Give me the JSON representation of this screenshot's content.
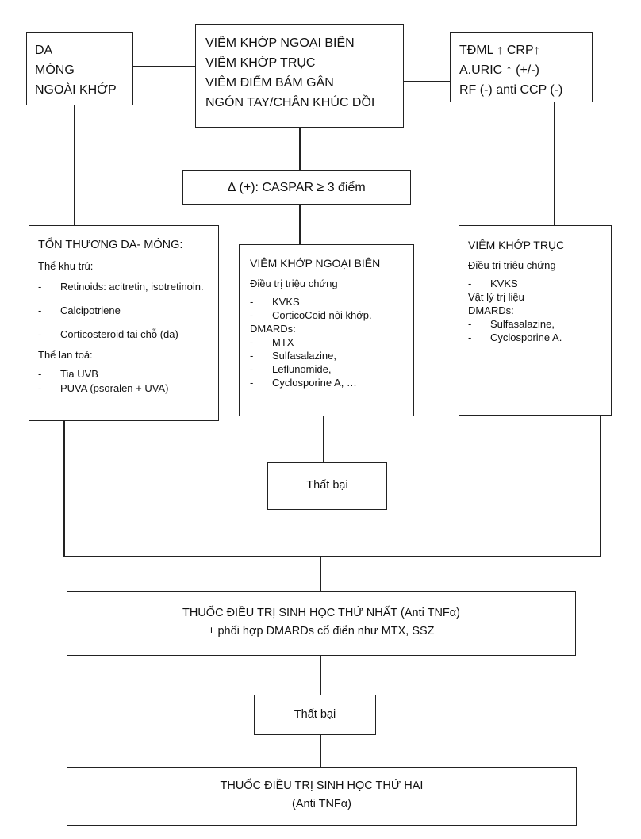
{
  "top_left": {
    "lines": [
      "DA",
      "MÓNG",
      "NGOÀI KHỚP"
    ]
  },
  "top_center": {
    "lines": [
      "VIÊM KHỚP NGOẠI BIÊN",
      "VIÊM KHỚP TRỤC",
      "VIÊM ĐIỂM BÁM GÂN",
      "NGÓN TAY/CHÂN KHÚC DỒI"
    ]
  },
  "top_right": {
    "lines": [
      "TĐML ↑ CRP↑",
      "A.URIC ↑ (+/-)",
      "RF (-) anti CCP (-)"
    ]
  },
  "diagnosis": {
    "text": "∆ (+): CASPAR ≥ 3 điểm"
  },
  "skin_nail": {
    "title": "TỔN THƯƠNG DA- MÓNG:",
    "localized_label": "Thể khu trú:",
    "localized": [
      "Retinoids: acitretin, isotretinoin.",
      "Calcipotriene",
      "Corticosteroid tại chỗ (da)"
    ],
    "diffuse_label": "Thể lan toả:",
    "diffuse": [
      "Tia UVB",
      "PUVA (psoralen + UVA)"
    ]
  },
  "peripheral": {
    "title": "VIÊM KHỚP NGOẠI BIÊN",
    "symptom_label": "Điều trị triệu chứng",
    "symptom": [
      "KVKS",
      "CorticoCoid  nội khớp."
    ],
    "dmards_label": "DMARDs:",
    "dmards": [
      "MTX",
      "Sulfasalazine,",
      "Leflunomide,",
      "Cyclosporine A, …"
    ]
  },
  "axial": {
    "title": "VIÊM KHỚP TRỤC",
    "symptom_label": "Điều trị triệu chứng",
    "symptom": [
      "KVKS"
    ],
    "physio_label": "Vật lý trị liệu",
    "dmards_label": "DMARDs:",
    "dmards": [
      "Sulfasalazine,",
      "Cyclosporine A."
    ]
  },
  "failure1": {
    "text": "Thất bại"
  },
  "biologic1": {
    "line1": "THUỐC ĐIỀU TRỊ  SINH HỌC THỨ NHẤT (Anti TNFα)",
    "line2": "± phối hợp DMARDs cổ điển như MTX, SSZ"
  },
  "failure2": {
    "text": "Thất bại"
  },
  "biologic2": {
    "line1": "THUỐC ĐIỀU TRỊ  SINH HỌC THỨ HAI",
    "line2": "(Anti TNFα)"
  }
}
